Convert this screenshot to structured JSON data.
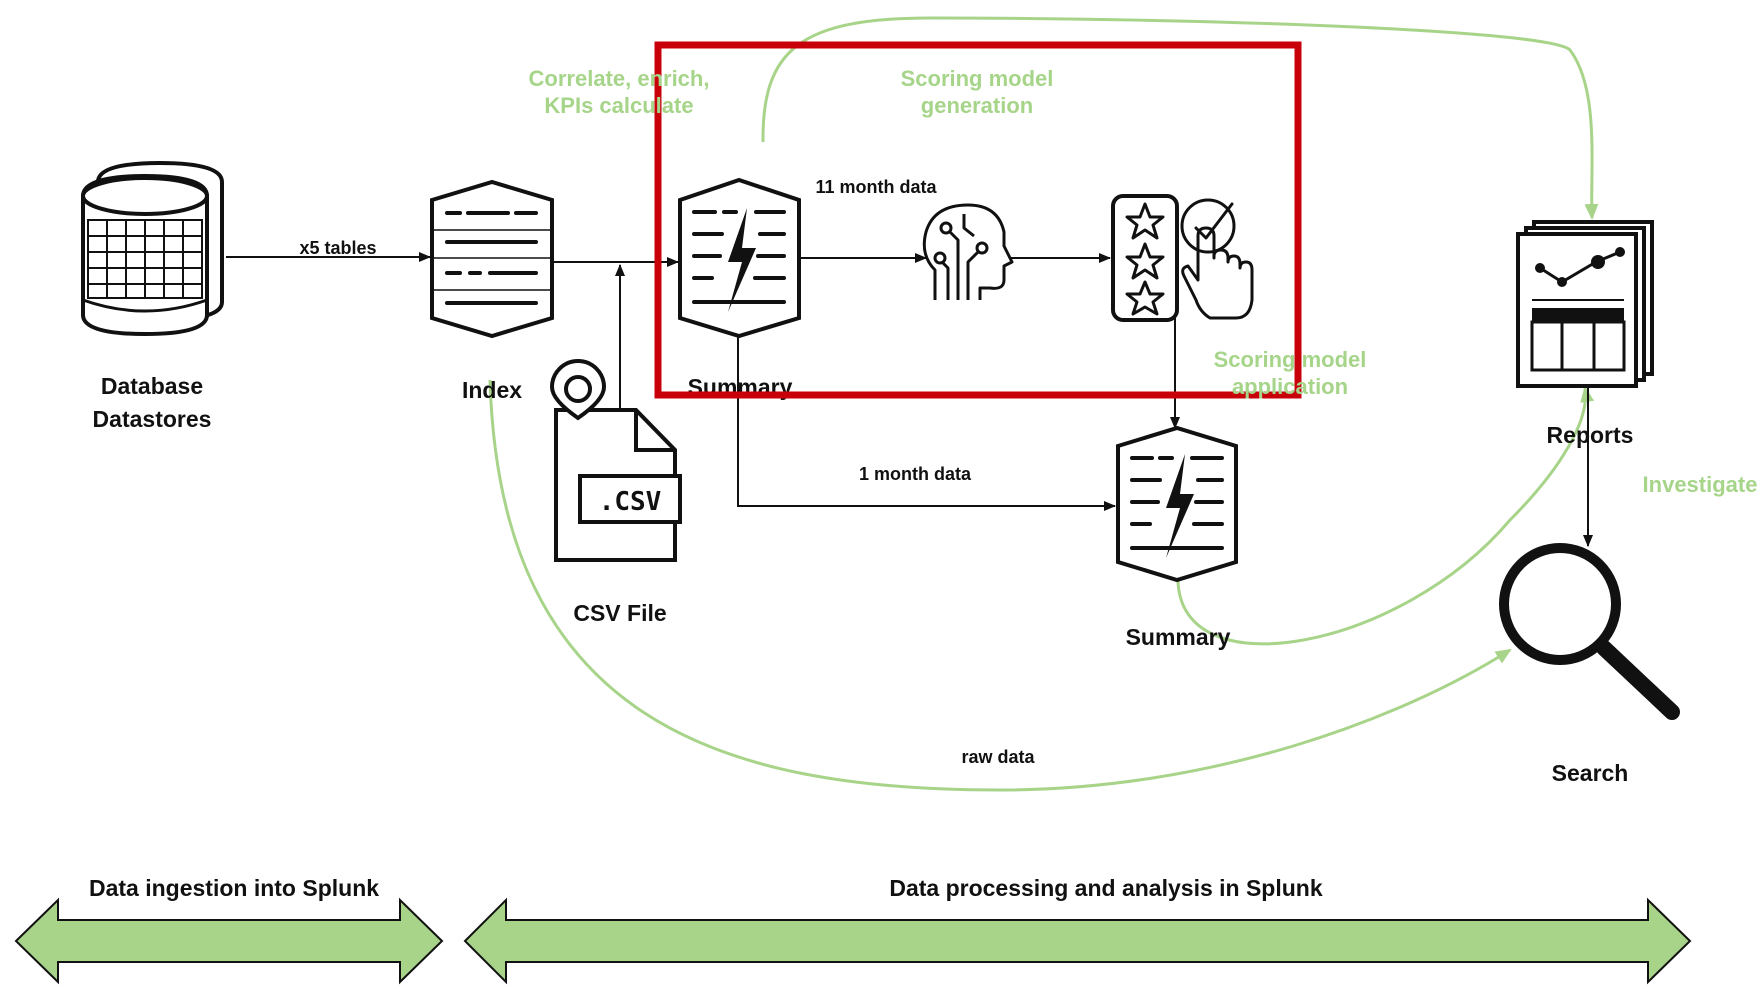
{
  "nodes": {
    "database": {
      "label_line1": "Database",
      "label_line2": "Datastores"
    },
    "index": {
      "label": "Index"
    },
    "summary_top": {
      "label": "Summary"
    },
    "csv_file": {
      "label": "CSV File",
      "badge": ".CSV"
    },
    "summary_bottom": {
      "label": "Summary"
    },
    "reports": {
      "label": "Reports"
    },
    "search": {
      "label": "Search"
    }
  },
  "edges": {
    "x5_tables": "x5 tables",
    "eleven_month": "11 month data",
    "one_month": "1 month data",
    "raw_data": "raw data"
  },
  "annotations": {
    "correlate_line1": "Correlate, enrich,",
    "correlate_line2": "KPIs calculate",
    "scoring_gen_line1": "Scoring model",
    "scoring_gen_line2": "generation",
    "scoring_app_line1": "Scoring model",
    "scoring_app_line2": "application",
    "investigate": "Investigate"
  },
  "bands": {
    "ingestion": "Data ingestion into Splunk",
    "processing": "Data processing and analysis in Splunk"
  },
  "colors": {
    "green_text": "#a6d58a",
    "green_arrow": "#a8d48a",
    "highlight_box": "#c8000a",
    "ink": "#111111"
  }
}
